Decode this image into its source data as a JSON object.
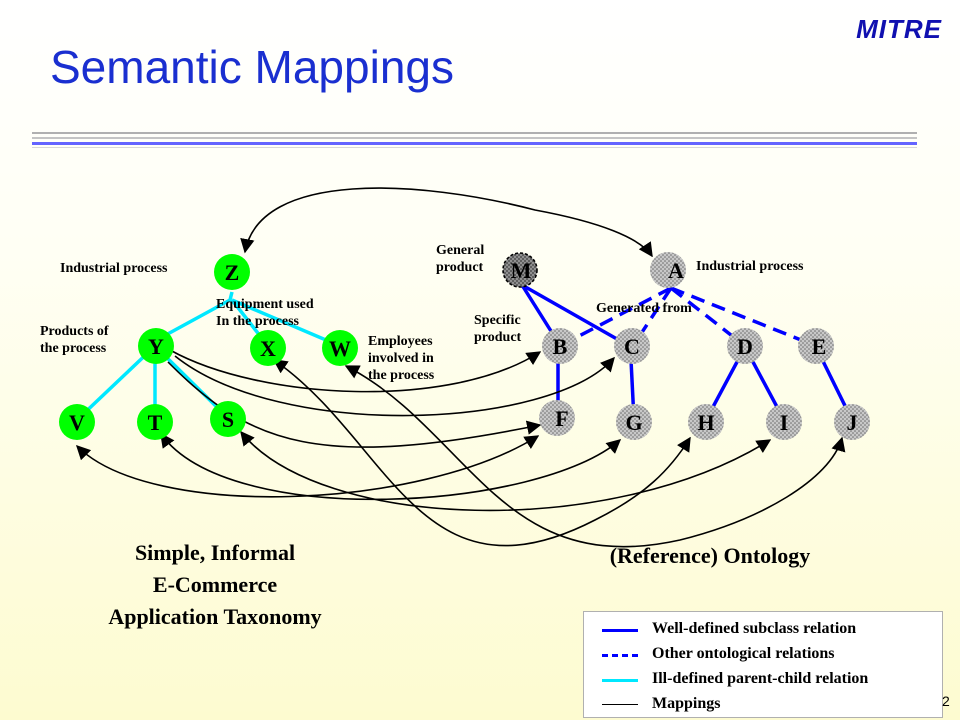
{
  "header": {
    "logo": "MITRE",
    "title": "Semantic Mappings"
  },
  "left_taxonomy": {
    "nodes": [
      "Z",
      "Y",
      "X",
      "W",
      "V",
      "T",
      "S"
    ],
    "labels": {
      "z": "Industrial process",
      "y_line1": "Products of",
      "y_line2": "the process",
      "x_line1": "Equipment used",
      "x_line2": "In the process",
      "w_line1": "Employees",
      "w_line2": "involved in",
      "w_line3": "the process"
    },
    "caption": [
      "Simple, Informal",
      "E-Commerce",
      "Application Taxonomy"
    ]
  },
  "ontology": {
    "nodes": [
      "M",
      "A",
      "B",
      "C",
      "D",
      "E",
      "F",
      "G",
      "H",
      "I",
      "J"
    ],
    "labels": {
      "m_line1": "General",
      "m_line2": "product",
      "a": "Industrial process",
      "b_line1": "Specific",
      "b_line2": "product",
      "generated": "Generated from"
    },
    "caption": "(Reference) Ontology"
  },
  "legend": [
    {
      "label": "Well-defined subclass relation",
      "color": "#0000ff",
      "style": "solid"
    },
    {
      "label": "Other ontological relations",
      "color": "#0000ff",
      "style": "dashed"
    },
    {
      "label": "Ill-defined parent-child relation",
      "color": "#00e0ff",
      "style": "solid"
    },
    {
      "label": "Mappings",
      "color": "#000000",
      "style": "thin"
    }
  ],
  "page_number": "2"
}
